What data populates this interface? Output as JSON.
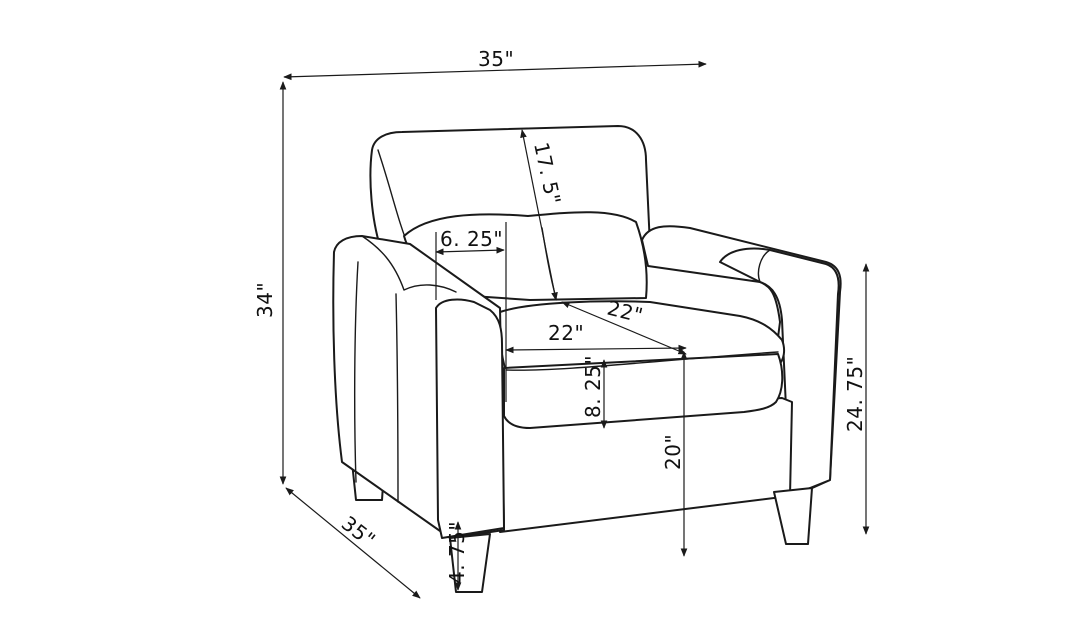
{
  "dimensions": {
    "overall_width": "35\"",
    "overall_depth": "35\"",
    "overall_height": "34\"",
    "back_height": "17. 5\"",
    "arm_width": "6. 25\"",
    "seat_depth": "22\"",
    "seat_width": "22\"",
    "cushion_height": "8. 25\"",
    "seat_height": "20\"",
    "arm_height": "24. 75\"",
    "leg_height": "4. 75\""
  },
  "colors": {
    "line": "#1a1a1a",
    "background": "#ffffff"
  }
}
